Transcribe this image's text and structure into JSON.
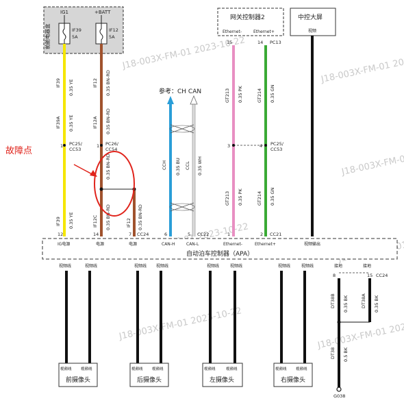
{
  "fusebox": {
    "title": "前舱电器盒",
    "ig1": "IG1",
    "batt": "+BATT",
    "fuse1_name": "IF39",
    "fuse1_rating": "5A",
    "fuse2_name": "IF12",
    "fuse2_rating": "5A"
  },
  "gateway": {
    "title": "网关控制器2",
    "pin_left_name": "Ethernet-",
    "pin_right_name": "Ethernet+",
    "pin_left_no": "15",
    "pin_right_no": "14",
    "connector": "PC13"
  },
  "screen": {
    "title": "中控大屏",
    "pin": "视频"
  },
  "can_ref": "参考：CH CAN",
  "fault_label": "故障点",
  "wires": {
    "yellow_top_id": "IF39",
    "yellow_top_spec": "0.35 YE",
    "yellow_mid_id": "IF39A",
    "yellow_mid_spec": "0.35 YE",
    "yellow_bot_id": "IF39",
    "yellow_bot_spec": "0.35 YE",
    "brown_top_id": "IF12",
    "brown_top_spec": "0.35 BN-RD",
    "brown_mid_id": "IF12A",
    "brown_mid_spec": "0.35 BN-RD",
    "brown_low_spec": "0.35 BN-RD",
    "brown_left_id": "IF12C",
    "brown_left_spec": "0.35 BN-RD",
    "brown_right_id": "IF12",
    "brown_right_spec": "0.35 BN-RD",
    "canh_id": "CCH",
    "canh_spec": "0.35 BU",
    "canl_id": "CCL",
    "canl_spec": "0.35 WH",
    "pink_top_id": "GT213",
    "pink_top_spec": "0.35 PK",
    "pink_bot_id": "GT213",
    "pink_bot_spec": "0.35 PK",
    "green_top_id": "GT214",
    "green_top_spec": "0.35 GN",
    "green_bot_id": "GT214",
    "green_bot_spec": "0.35 GN",
    "gnd_a_id": "DT38B",
    "gnd_a_spec": "0.35 BK",
    "gnd_b_id": "DT38A",
    "gnd_b_spec": "0.35 BK",
    "gnd_c_id": "DT38",
    "gnd_c_spec": "0.5 BK"
  },
  "splices": {
    "left_pins": "1",
    "left_conn": "PC25/\nCC53",
    "right_pin": "1",
    "right_conn": "PC26/\nCC54",
    "eth_left_pin": "3",
    "eth_right_pin": "4",
    "eth_conn": "PC25/\nCC53"
  },
  "apa": {
    "title": "自动泊车控制器（APA）",
    "pin12": "12",
    "pin14": "14",
    "pin7": "7",
    "conn_cc24_top": "CC24",
    "pin6": "6",
    "pin5": "5",
    "conn_cc22": "CC22",
    "pin1": "1",
    "pin2": "2",
    "conn_cc21": "CC21",
    "label_ig": "IG电源",
    "label_pwr1": "电源",
    "label_pwr2": "电源",
    "label_canh": "CAN-H",
    "label_canl": "CAN-L",
    "label_eth_m": "Ethernet-",
    "label_eth_p": "Ethernet+",
    "label_video_out": "视频输出",
    "bottom_labels": [
      "视频线",
      "视频线",
      "视频线",
      "视频线",
      "视频线",
      "视频线",
      "视频线",
      "视频线",
      "接地",
      "接地"
    ],
    "pin8": "8",
    "pin15": "15",
    "conn_cc24_bot": "CC24"
  },
  "cameras": [
    {
      "name": "前摄像头",
      "pin_a": "视频线",
      "pin_b": "视频线"
    },
    {
      "name": "后摄像头",
      "pin_a": "视频线",
      "pin_b": "视频线"
    },
    {
      "name": "左摄像头",
      "pin_a": "视频线",
      "pin_b": "视频线"
    },
    {
      "name": "右摄像头",
      "pin_a": "视频线",
      "pin_b": "视频线"
    }
  ],
  "ground": "G038",
  "watermark": "J18-003X-FM-01 2023-10-22",
  "colors": {
    "yellow": "#f5e600",
    "brown": "#a0522d",
    "blue": "#2a9ed8",
    "white_wire": "#dddddd",
    "pink": "#e88fc2",
    "green": "#3aaa35",
    "black": "#111111",
    "fault": "#e0231b"
  }
}
